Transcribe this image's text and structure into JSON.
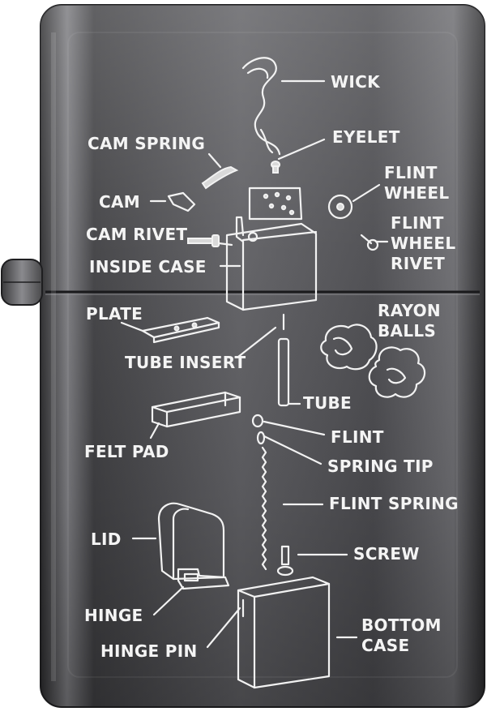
{
  "labels": {
    "wick": "WICK",
    "eyelet": "EYELET",
    "cam_spring": "CAM SPRING",
    "flint_wheel_1": "FLINT",
    "flint_wheel_2": "WHEEL",
    "cam": "CAM",
    "flint_wheel_rivet_1": "FLINT",
    "flint_wheel_rivet_2": "WHEEL",
    "flint_wheel_rivet_3": "RIVET",
    "cam_rivet": "CAM RIVET",
    "inside_case": "INSIDE CASE",
    "rayon_balls_1": "RAYON",
    "rayon_balls_2": "BALLS",
    "plate": "PLATE",
    "tube_insert": "TUBE INSERT",
    "tube": "TUBE",
    "flint": "FLINT",
    "felt_pad": "FELT PAD",
    "spring_tip": "SPRING TIP",
    "flint_spring": "FLINT SPRING",
    "lid": "LID",
    "screw": "SCREW",
    "hinge": "HINGE",
    "bottom_case_1": "BOTTOM",
    "bottom_case_2": "CASE",
    "hinge_pin": "HINGE PIN"
  },
  "colors": {
    "engraving": "#f2f2f2",
    "body_dark": "#3a3a3c",
    "body_mid": "#6e6e72",
    "body_light": "#a9a9ad"
  }
}
